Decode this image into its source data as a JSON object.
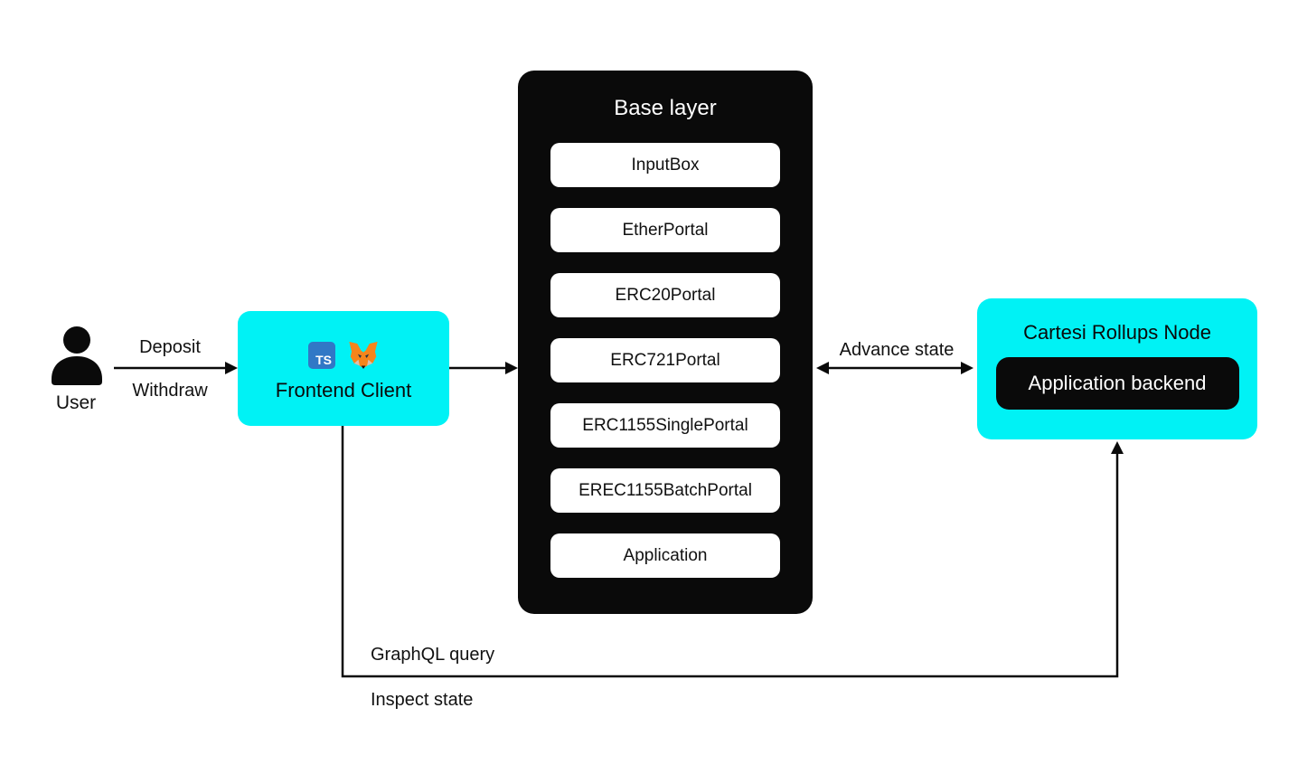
{
  "diagram": {
    "user": {
      "label": "User"
    },
    "frontend_client": {
      "label": "Frontend Client",
      "ts_icon_text": "TS"
    },
    "base_layer": {
      "title": "Base layer",
      "contracts": [
        "InputBox",
        "EtherPortal",
        "ERC20Portal",
        "ERC721Portal",
        "ERC1155SinglePortal",
        "EREC1155BatchPortal",
        "Application"
      ]
    },
    "cartesi_node": {
      "title": "Cartesi Rollups Node",
      "inner_label": "Application backend"
    },
    "edges": {
      "deposit_label": "Deposit",
      "withdraw_label": "Withdraw",
      "advance_state_label": "Advance state",
      "graphql_query_label": "GraphQL query",
      "inspect_state_label": "Inspect state"
    },
    "colors": {
      "accent_cyan": "#00F2F5",
      "box_black": "#0a0a0a",
      "typescript_blue": "#3178C6",
      "metamask_orange": "#F6851B"
    }
  }
}
